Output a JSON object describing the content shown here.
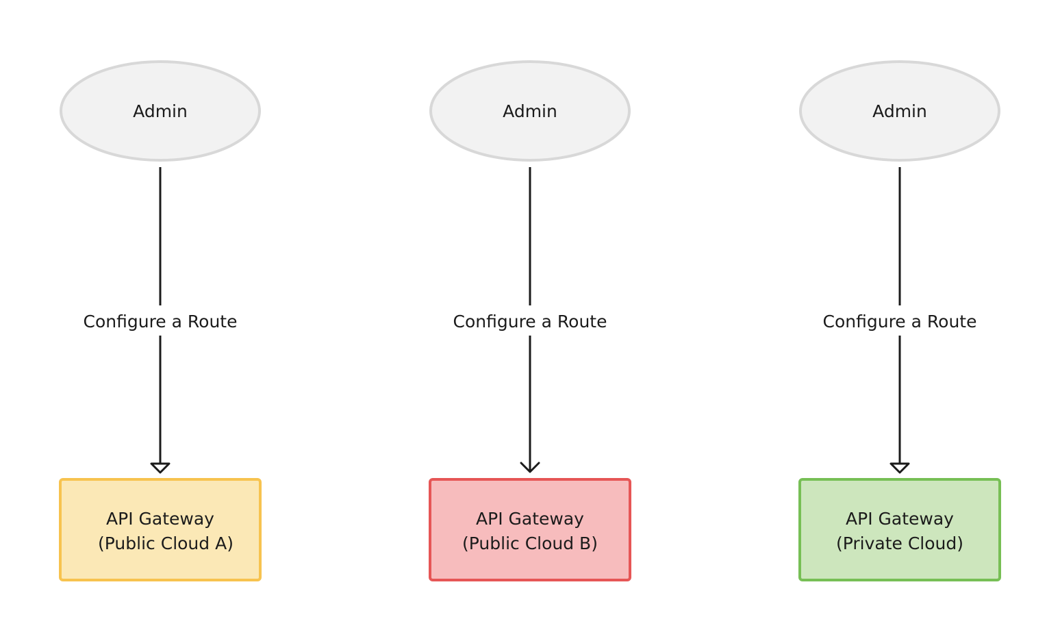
{
  "flows": [
    {
      "actor": {
        "label": "Admin",
        "fill": "#f2f2f2",
        "stroke": "#d8d8d8"
      },
      "edge": {
        "label": "Configure a Route",
        "color": "#1b1b1b",
        "arrowhead": "hollow-triangle"
      },
      "target": {
        "line1": "API Gateway",
        "line2": "(Public Cloud A)",
        "fill": "#fbe8b6",
        "stroke": "#f7c34f"
      }
    },
    {
      "actor": {
        "label": "Admin",
        "fill": "#f2f2f2",
        "stroke": "#d8d8d8"
      },
      "edge": {
        "label": "Configure a Route",
        "color": "#1b1b1b",
        "arrowhead": "open-chevron"
      },
      "target": {
        "line1": "API Gateway",
        "line2": "(Public Cloud B)",
        "fill": "#f7bcbd",
        "stroke": "#e65656"
      }
    },
    {
      "actor": {
        "label": "Admin",
        "fill": "#f2f2f2",
        "stroke": "#d8d8d8"
      },
      "edge": {
        "label": "Configure a Route",
        "color": "#1b1b1b",
        "arrowhead": "hollow-triangle"
      },
      "target": {
        "line1": "API Gateway",
        "line2": "(Private Cloud)",
        "fill": "#cde6bd",
        "stroke": "#77bf55"
      }
    }
  ]
}
